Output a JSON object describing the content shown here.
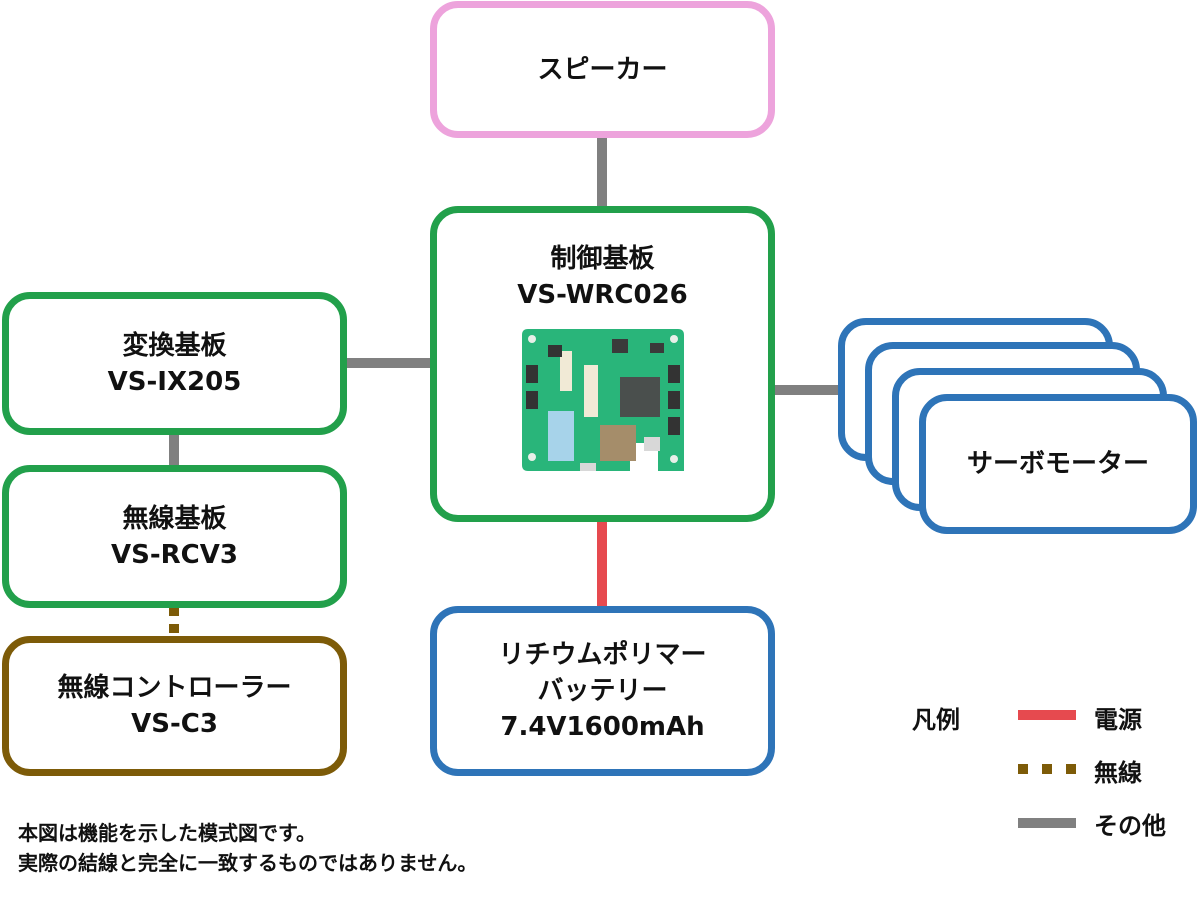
{
  "diagram": {
    "speaker": {
      "label": "スピーカー"
    },
    "controller": {
      "line1": "制御基板",
      "line2": "VS-WRC026",
      "image": "pcb-board-photo"
    },
    "conversion_board": {
      "line1": "変換基板",
      "line2": "VS-IX205"
    },
    "wireless_board": {
      "line1": "無線基板",
      "line2": "VS-RCV3"
    },
    "wireless_controller": {
      "line1": "無線コントローラー",
      "line2": "VS-C3"
    },
    "battery": {
      "line1": "リチウムポリマー",
      "line2": "バッテリー",
      "line3": "7.4V1600mAh"
    },
    "servo": {
      "label": "サーボモーター",
      "stack_count": 4
    },
    "connections": [
      {
        "from": "speaker",
        "to": "controller",
        "type": "other"
      },
      {
        "from": "conversion_board",
        "to": "controller",
        "type": "other"
      },
      {
        "from": "conversion_board",
        "to": "wireless_board",
        "type": "other"
      },
      {
        "from": "wireless_board",
        "to": "wireless_controller",
        "type": "wireless"
      },
      {
        "from": "controller",
        "to": "battery",
        "type": "power"
      },
      {
        "from": "controller",
        "to": "servo",
        "type": "other"
      }
    ]
  },
  "legend": {
    "title": "凡例",
    "items": [
      {
        "label": "電源",
        "style": "solid",
        "color": "#e64a4f"
      },
      {
        "label": "無線",
        "style": "dotted",
        "color": "#7d5b08"
      },
      {
        "label": "その他",
        "style": "solid",
        "color": "#808080"
      }
    ]
  },
  "colors": {
    "board_border": "#22a04b",
    "device_border": "#2e74b8",
    "speaker_border": "#eda3dc",
    "controller_border": "#7d5b08"
  },
  "note": {
    "line1": "本図は機能を示した模式図です。",
    "line2": "実際の結線と完全に一致するものではありません。"
  }
}
